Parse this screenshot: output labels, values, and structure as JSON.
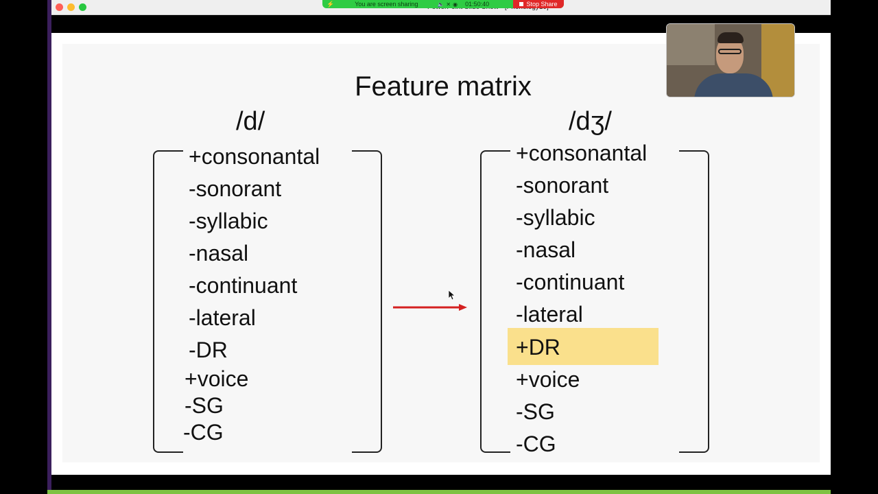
{
  "zoom_bar": {
    "status": "You are screen sharing",
    "timer": "01:50:40",
    "stop_label": "Stop Share"
  },
  "window": {
    "title": "PowerPoint Slide Show - [Phonology10]"
  },
  "slide": {
    "title": "Feature matrix",
    "left": {
      "heading": "/d/",
      "features": [
        "+consonantal",
        "-sonorant",
        "-syllabic",
        "-nasal",
        "-continuant",
        "-lateral",
        "-DR",
        "+voice",
        "-SG",
        "-CG"
      ]
    },
    "right": {
      "heading": "/dʒ/",
      "features": [
        "+consonantal",
        "-sonorant",
        "-syllabic",
        "-nasal",
        "-continuant",
        "-lateral",
        "+DR",
        "+voice",
        "-SG",
        "-CG"
      ],
      "highlighted": "+DR",
      "highlight_color": "#fae08c"
    },
    "arrow_color": "#d42020"
  },
  "icons": [
    "bolt-icon",
    "mic-icon",
    "video-icon",
    "shield-icon",
    "stop-icon",
    "cursor-icon"
  ]
}
